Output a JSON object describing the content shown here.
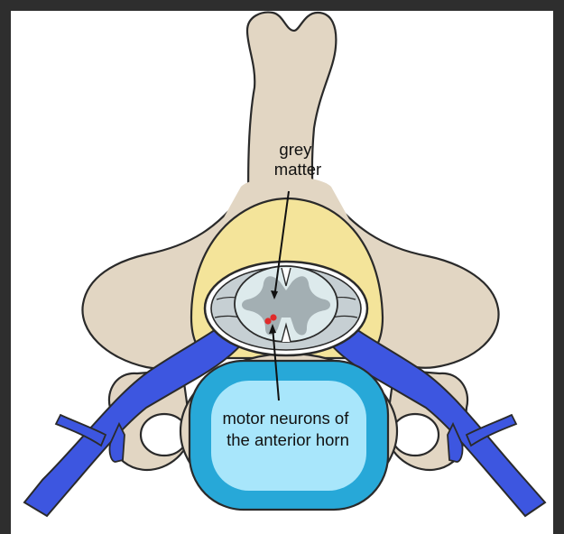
{
  "labels": {
    "grey_matter": [
      "grey",
      "matter"
    ],
    "motor_neurons": [
      "motor neurons of",
      "the anterior horn"
    ]
  },
  "colors": {
    "background_frame": "#2e2e2e",
    "canvas": "#ffffff",
    "bone": "#e2d6c3",
    "fat": "#f4e49a",
    "nerve": "#3d56e0",
    "disc_outer": "#27a8d8",
    "disc_inner": "#a8e6fb",
    "spinal_cord": "#ddeaec",
    "grey_matter": "#a3afb3",
    "motor_neuron": "#e02a2a",
    "outline": "#2a2a2a"
  }
}
